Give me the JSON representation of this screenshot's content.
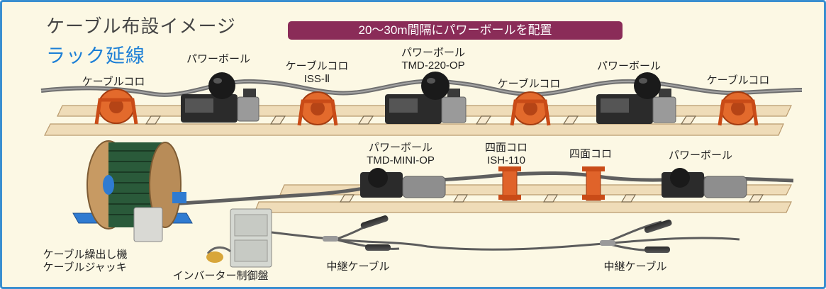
{
  "colors": {
    "background": "#fcf8e4",
    "border": "#3a8fd0",
    "banner": "#8a2c58",
    "subtitle": "#1c7fd6",
    "rack": "#eed9b4",
    "roller": "#e36a2c"
  },
  "header": {
    "title": "ケーブル布設イメージ",
    "subtitle": "ラック延線",
    "banner": "20～30m間隔にパワーボールを配置"
  },
  "labels": {
    "roller_1": "ケーブルコロ",
    "powerball_1": "パワーボール",
    "roller_iss_1": "ケーブルコロ",
    "roller_iss_2": "ISS-Ⅱ",
    "powerball_220_1": "パワーボール",
    "powerball_220_2": "TMD-220-OP",
    "roller_2": "ケーブルコロ",
    "powerball_2": "パワーボール",
    "roller_3": "ケーブルコロ",
    "powerball_mini_1": "パワーボール",
    "powerball_mini_2": "TMD-MINI-OP",
    "four_roller_ish_1": "四面コロ",
    "four_roller_ish_2": "ISH-110",
    "four_roller": "四面コロ",
    "powerball_3": "パワーボール",
    "feeder_1": "ケーブル繰出し機",
    "feeder_2": "ケーブルジャッキ",
    "inverter": "インバーター制御盤",
    "relay_1": "中継ケーブル",
    "relay_2": "中継ケーブル"
  }
}
